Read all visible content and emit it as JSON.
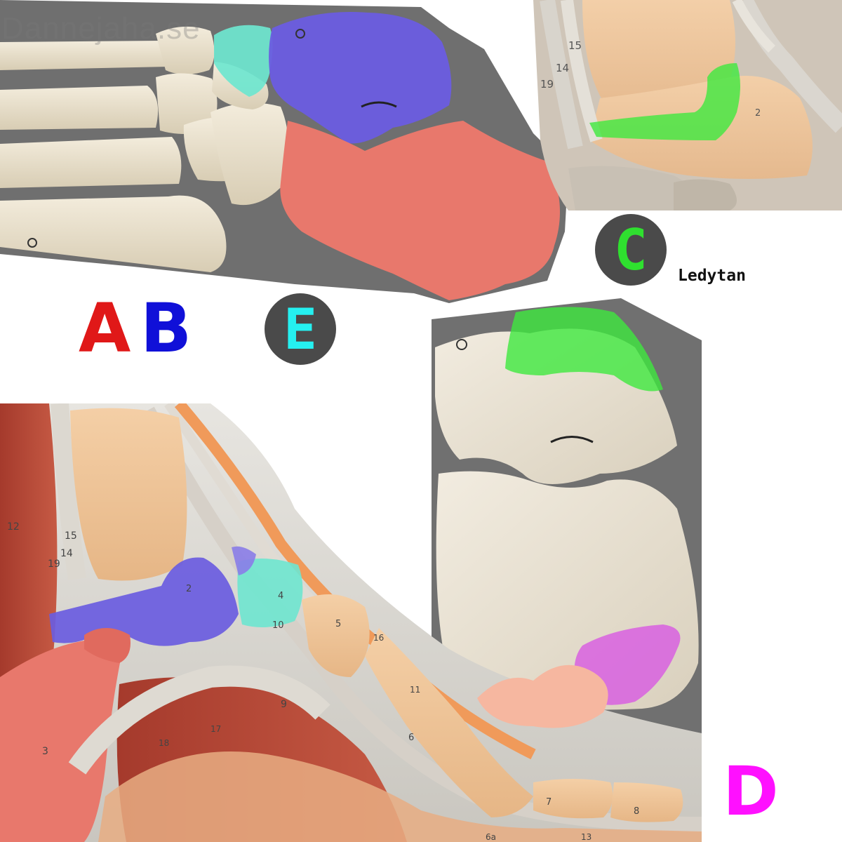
{
  "watermark": "Dannejaha.se",
  "markers": {
    "a": {
      "label": "A",
      "color": "#e01818"
    },
    "b": {
      "label": "B",
      "color": "#1010d8"
    },
    "c": {
      "label": "C",
      "color": "#2fe02f"
    },
    "d": {
      "label": "D",
      "color": "#ff10ff"
    },
    "e": {
      "label": "E",
      "color": "#25f0f0"
    }
  },
  "caption": "Ledytan",
  "overlays": {
    "calcaneus": "#e8786c",
    "talus": "#6a5ce0",
    "navicular": "#5fe0c8",
    "talar_articular_surface": "#3ee83e",
    "calcaneal_tuber": "#d860e0"
  },
  "model_numbers": {
    "n2": "2",
    "n3": "3",
    "n4": "4",
    "n5": "5",
    "n6": "6",
    "n6a": "6a",
    "n7": "7",
    "n8": "8",
    "n9": "9",
    "n10": "10",
    "n11": "11",
    "n12": "12",
    "n13": "13",
    "n14": "14",
    "n15": "15",
    "n16": "16",
    "n17": "17",
    "n18": "18",
    "n19": "19"
  }
}
